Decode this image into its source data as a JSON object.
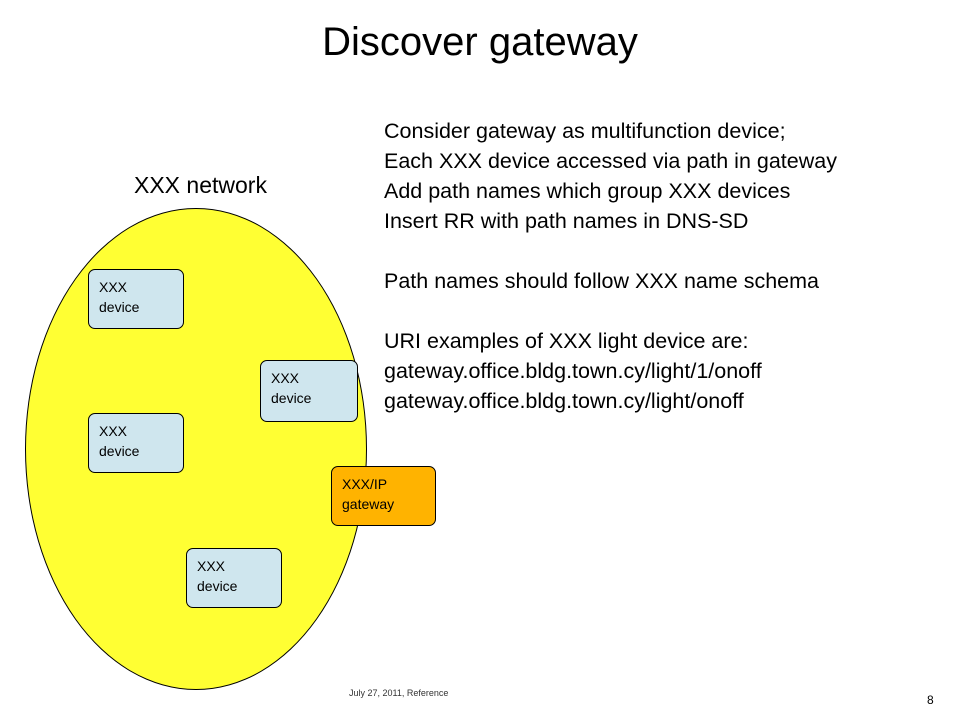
{
  "title": "Discover gateway",
  "network_label": "XXX network",
  "bullets": [
    "Consider gateway as multifunction device;",
    "Each XXX device accessed via path in gateway",
    "Add path names which group XXX devices",
    "Insert RR with path names in DNS-SD",
    "",
    "Path names should follow XXX name schema",
    "",
    "URI examples of XXX light device are:",
    "gateway.office.bldg.town.cy/light/1/onoff",
    "gateway.office.bldg.town.cy/light/onoff"
  ],
  "devices": [
    {
      "line1": "XXX",
      "line2": "device"
    },
    {
      "line1": "XXX",
      "line2": "device"
    },
    {
      "line1": "XXX",
      "line2": "device"
    },
    {
      "line1": "XXX",
      "line2": "device"
    }
  ],
  "gateway": {
    "line1": "XXX/IP",
    "line2": "gateway"
  },
  "footer": "July 27, 2011, Reference",
  "page_number": "8",
  "colors": {
    "network_fill": "#ffff33",
    "device_fill": "#cfe6ee",
    "gateway_fill": "#ffb300"
  }
}
